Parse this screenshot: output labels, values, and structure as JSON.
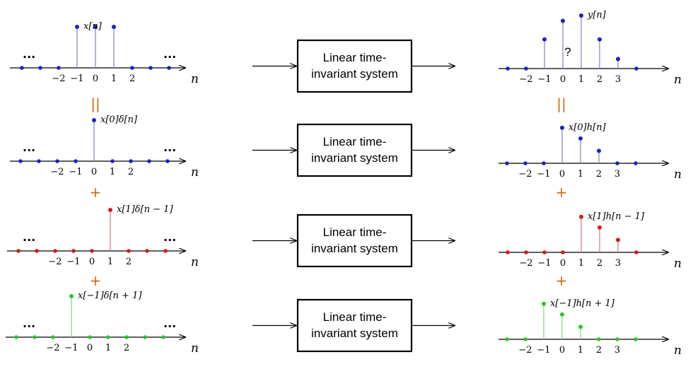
{
  "system_label_line1": "Linear time-",
  "system_label_line2": "invariant system",
  "n_label": "n",
  "ellipsis": "...",
  "question_mark": "?",
  "equals_symbol": "||",
  "plus_symbol": "+",
  "colors": {
    "blue": "#1f1fc8",
    "red": "#d41a1a",
    "green": "#22cc22",
    "stem_blue": "#8a8ad0",
    "stem_red": "#d88080",
    "stem_green": "#7fe07f",
    "operator": "#d26a12"
  },
  "rows": [
    {
      "input": {
        "label": "x[n]",
        "color": "blue",
        "tick_labels": [
          "−2",
          "−1",
          "0",
          "1",
          "2"
        ],
        "stems": [
          {
            "n": -1,
            "value": 1
          },
          {
            "n": 0,
            "value": 1
          },
          {
            "n": 1,
            "value": 1
          }
        ],
        "show_ellipsis": true
      },
      "output": {
        "label": "y[n]",
        "color": "blue",
        "tick_labels": [
          "−2",
          "−1",
          "0",
          "1",
          "2",
          "3"
        ],
        "stems": [
          {
            "n": -1,
            "value": 0.55
          },
          {
            "n": 0,
            "value": 0.9
          },
          {
            "n": 1,
            "value": 1.0
          },
          {
            "n": 2,
            "value": 0.55
          },
          {
            "n": 3,
            "value": 0.18
          }
        ],
        "show_question": true
      }
    },
    {
      "operator": "equals",
      "input": {
        "label": "x[0]δ[n]",
        "color": "blue",
        "tick_labels": [
          "−2",
          "−1",
          "0",
          "1",
          "2"
        ],
        "stems": [
          {
            "n": 0,
            "value": 1
          }
        ],
        "show_ellipsis": true
      },
      "output": {
        "label": "x[0]h[n]",
        "color": "blue",
        "tick_labels": [
          "−2",
          "−1",
          "0",
          "1",
          "2",
          "3"
        ],
        "stems": [
          {
            "n": 0,
            "value": 1.0
          },
          {
            "n": 1,
            "value": 0.7
          },
          {
            "n": 2,
            "value": 0.35
          }
        ]
      }
    },
    {
      "operator": "plus",
      "input": {
        "label": "x[1]δ[n − 1]",
        "color": "red",
        "tick_labels": [
          "−2",
          "−1",
          "0",
          "1",
          "2"
        ],
        "stems": [
          {
            "n": 1,
            "value": 1
          }
        ],
        "show_ellipsis": true
      },
      "output": {
        "label": "x[1]h[n − 1]",
        "color": "red",
        "tick_labels": [
          "−2",
          "−1",
          "0",
          "1",
          "2",
          "3"
        ],
        "stems": [
          {
            "n": 1,
            "value": 1.0
          },
          {
            "n": 2,
            "value": 0.7
          },
          {
            "n": 3,
            "value": 0.35
          }
        ]
      }
    },
    {
      "operator": "plus",
      "input": {
        "label": "x[−1]δ[n + 1]",
        "color": "green",
        "tick_labels": [
          "−2",
          "−1",
          "0",
          "1",
          "2"
        ],
        "stems": [
          {
            "n": -1,
            "value": 1
          }
        ],
        "show_ellipsis": true
      },
      "output": {
        "label": "x[−1]h[n + 1]",
        "color": "green",
        "tick_labels": [
          "−2",
          "−1",
          "0",
          "1",
          "2",
          "3"
        ],
        "stems": [
          {
            "n": -1,
            "value": 1.0
          },
          {
            "n": 0,
            "value": 0.7
          },
          {
            "n": 1,
            "value": 0.35
          }
        ]
      }
    }
  ]
}
